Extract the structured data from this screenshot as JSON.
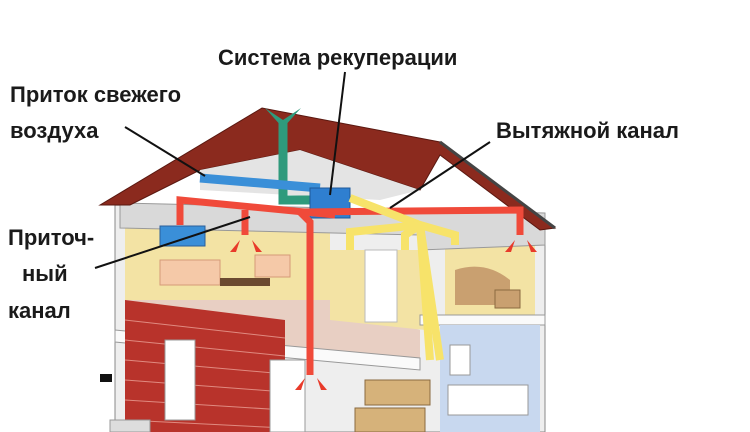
{
  "labels": {
    "recuperation_system": "Система рекуперации",
    "fresh_air_intake_line1": "Приток свежего",
    "fresh_air_intake_line2": "воздуха",
    "exhaust_duct": "Вытяжной канал",
    "supply_duct_line1": "Приточ-",
    "supply_duct_line2": "ный",
    "supply_duct_line3": "канал"
  },
  "colors": {
    "roof": "#8b2a1e",
    "supply_duct": "#f04a3a",
    "exhaust_duct": "#f7e36a",
    "fresh_air_duct": "#3a8fd8",
    "outlet_duct": "#2f9a7c",
    "recuperator": "#2f7fd0",
    "wall_yellow": "#f3e3a4",
    "brick": "#b8332b"
  }
}
